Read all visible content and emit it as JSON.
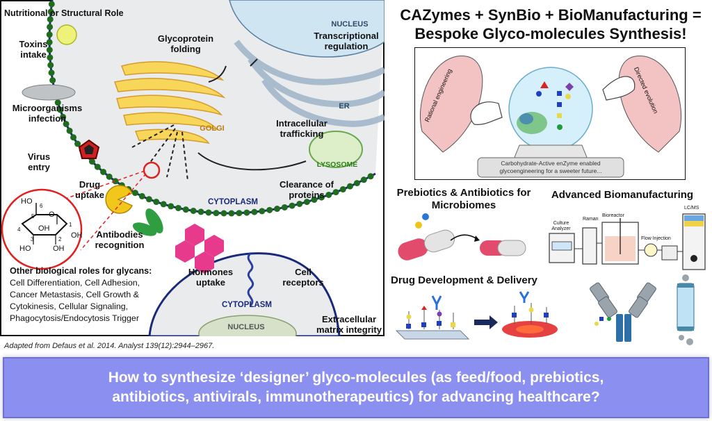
{
  "cell_panel": {
    "corner_label": "Nutritional or Structural Role",
    "labels": {
      "toxins": "Toxins intake",
      "microorganisms": "Microorganisms infection",
      "virus": "Virus entry",
      "drug": "Drug uptake",
      "antibodies": "Antibodies recognition",
      "hormones": "Hormones uptake",
      "glycoprotein": "Glycoprotein folding",
      "golgi": "GOLGI",
      "nucleus_top": "NUCLEUS",
      "transcriptional": "Transcriptional regulation",
      "er": "ER",
      "intracellular": "Intracellular trafficking",
      "lysosome": "LYSOSOME",
      "clearance": "Clearance of proteins",
      "cytoplasm_main": "CYTOPLASM",
      "cell_receptors": "Cell receptors",
      "cytoplasm_lower": "CYTOPLASM",
      "nucleus_lower": "NUCLEUS",
      "extracellular": "Extracellular matrix integrity"
    },
    "ring_labels": [
      "HO",
      "6",
      "5",
      "O",
      "4",
      "OH",
      "1",
      "OH",
      "HO",
      "3",
      "2",
      "OH"
    ],
    "roles_title": "Other biological roles for glycans:",
    "roles_lines": [
      "Cell Differentiation, Cell Adhesion,",
      "Cancer Metastasis, Cell Growth &",
      "Cytokinesis, Cellular Signaling,",
      "Phagocytosis/Endocytosis Trigger"
    ]
  },
  "citation": "Adapted from Defaus et al. 2014. Analyst 139(12):2944–2967.",
  "headline": {
    "line1": "CAZymes + SynBio + BioManufacturing =",
    "line2": "Bespoke Glyco-molecules Synthesis!"
  },
  "concept": {
    "left_hand": "Rational engineering",
    "right_hand": "Directed evolution",
    "base_line1": "Carbohydrate-Active enZyme enabled",
    "base_line2": "glycoengineering for a sweeter future..."
  },
  "sections": {
    "prebiotics": "Prebiotics & Antibiotics for Microbiomes",
    "biomanufacturing": "Advanced Biomanufacturing",
    "drug_dev": "Drug Development & Delivery"
  },
  "equipment": {
    "culture": "Culture Analyzer",
    "raman": "Raman",
    "bioreactor": "Bioreactor",
    "flow": "Flow Injection",
    "lcms": "LC/MS"
  },
  "banner": {
    "line1": "How to synthesize ‘designer’ glyco-molecules (as feed/food, prebiotics,",
    "line2": "antibiotics, antivirals, immunotherapeutics) for advancing healthcare?"
  },
  "colors": {
    "cell_fill": "#e9ebec",
    "membrane_green": "#1f6b1f",
    "golgi_yellow": "#f7d65a",
    "banner": "#8a8ff0",
    "glycan_blue": "#1f3fbf",
    "glycan_yellow": "#e8d84a",
    "hand_pink": "#f3c2c2"
  }
}
